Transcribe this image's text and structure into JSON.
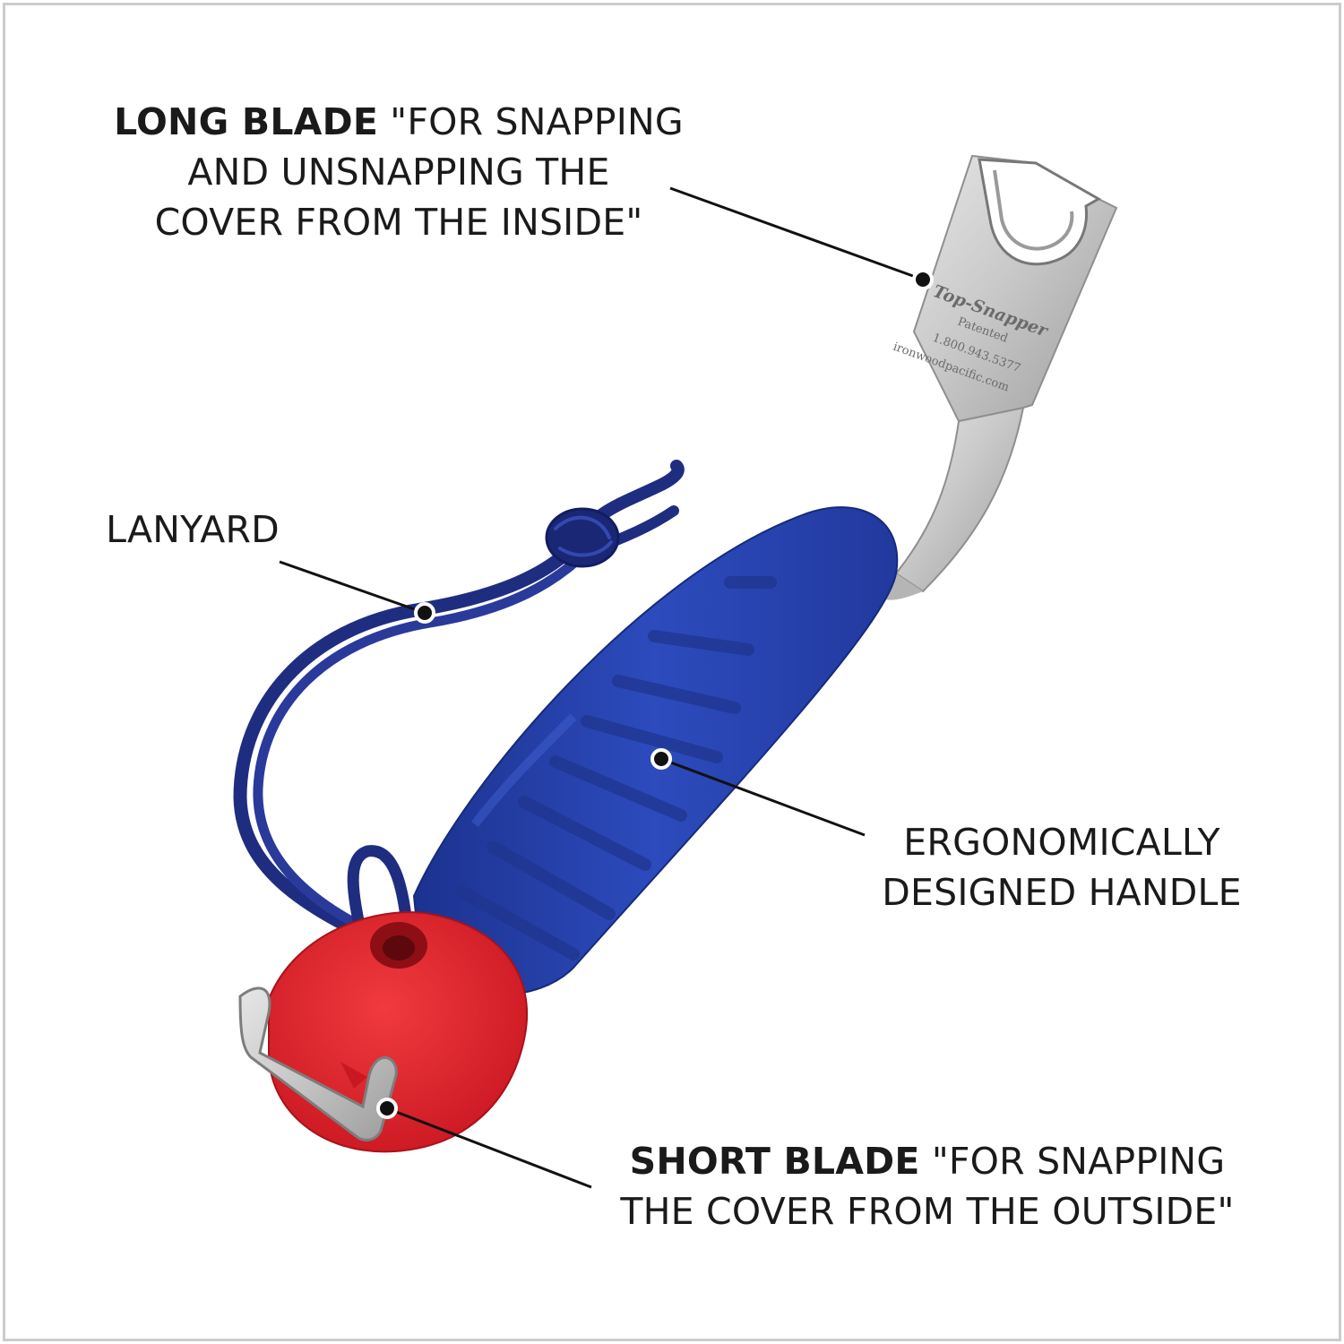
{
  "callouts": {
    "long_blade": {
      "title": "LONG BLADE",
      "line1": "\"FOR SNAPPING",
      "line2": "AND UNSNAPPING THE",
      "line3": "COVER FROM THE INSIDE\""
    },
    "lanyard": {
      "label": "LANYARD"
    },
    "handle": {
      "line1": "ERGONOMICALLY",
      "line2": "DESIGNED HANDLE"
    },
    "short_blade": {
      "title": "SHORT BLADE",
      "line1": "\"FOR SNAPPING",
      "line2": "THE COVER FROM THE OUTSIDE\""
    }
  },
  "engraving": {
    "brand": "Top-Snapper",
    "line1": "Patented",
    "line2": "1.800.943.5377",
    "line3": "ironwoodpacific.com"
  },
  "colors": {
    "handle_blue": "#2a45b0",
    "end_cap_red": "#e01f2a",
    "lanyard_navy": "#1f2d80",
    "steel": "#bdbdbd",
    "frame": "#cccccc"
  }
}
